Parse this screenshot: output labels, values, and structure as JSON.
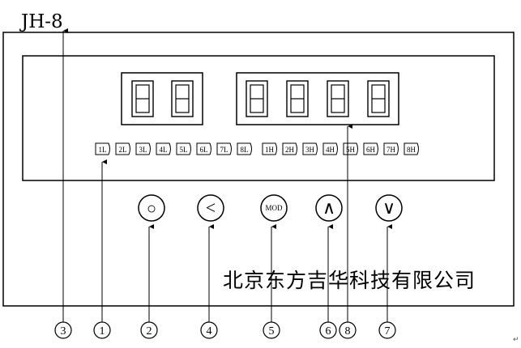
{
  "model": "JH-8",
  "company": "北京东方吉华科技有限公司",
  "corner_mark": "↵",
  "indicators_low": [
    "1L",
    "2L",
    "3L",
    "4L",
    "5L",
    "6L",
    "7L",
    "8L"
  ],
  "indicators_high": [
    "1H",
    "2H",
    "3H",
    "4H",
    "5H",
    "6H",
    "7H",
    "8H"
  ],
  "buttons": [
    {
      "id": "circle",
      "symbol": "○"
    },
    {
      "id": "left",
      "symbol": "<"
    },
    {
      "id": "mod",
      "symbol": "MOD"
    },
    {
      "id": "up",
      "symbol": "∧"
    },
    {
      "id": "down",
      "symbol": "∨"
    }
  ],
  "callouts": [
    "3",
    "1",
    "2",
    "4",
    "5",
    "6",
    "8",
    "7"
  ],
  "colors": {
    "line": "#000000",
    "background": "#ffffff"
  }
}
